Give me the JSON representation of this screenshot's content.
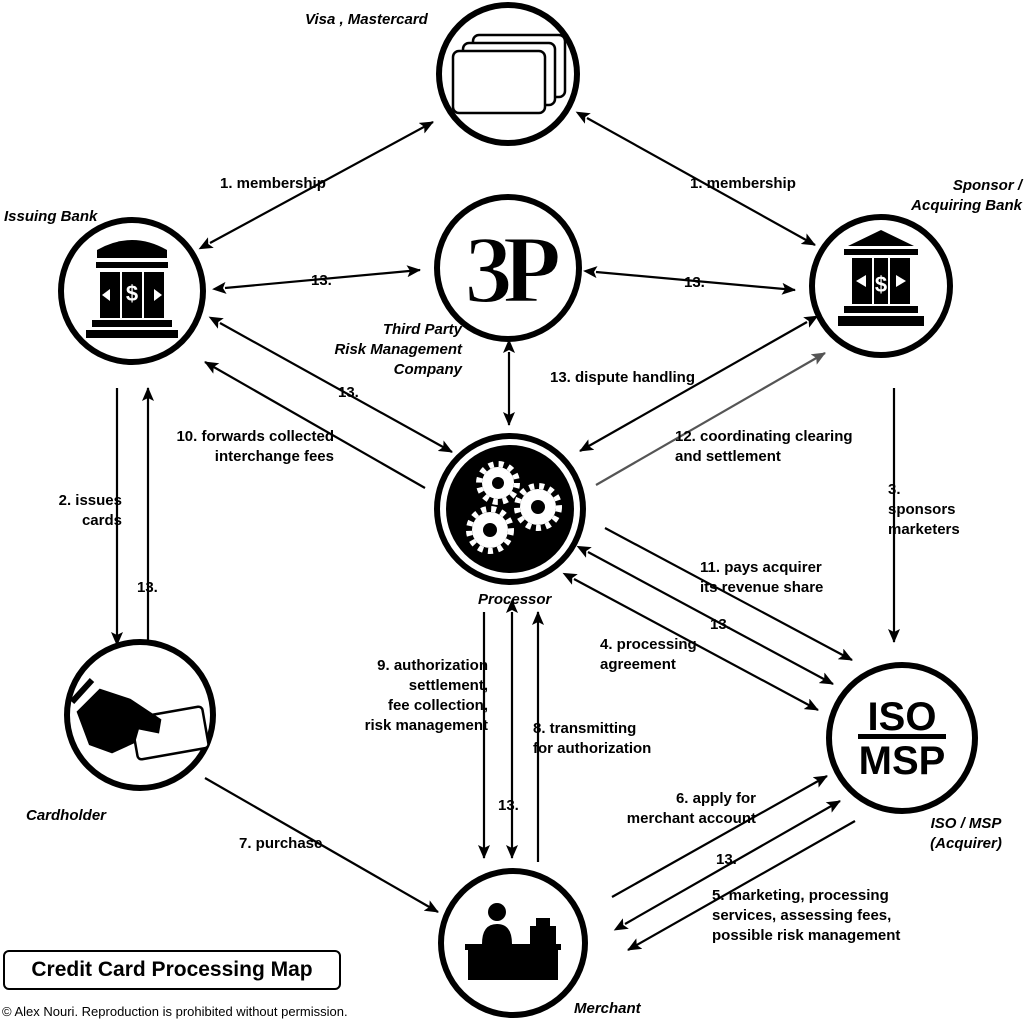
{
  "title": "Credit Card Processing Map",
  "copyright": "© Alex Nouri. Reproduction is prohibited without permission.",
  "nodes": {
    "networks": {
      "label": "Visa , Mastercard",
      "icon": "stacked-cards-icon"
    },
    "third_party": {
      "lines": [
        "Third Party",
        "Risk Management",
        "Company"
      ],
      "icon": "3p-logo-icon",
      "logo_text": "3P"
    },
    "issuing_bank": {
      "label": "Issuing Bank",
      "icon": "bank-building-icon"
    },
    "acquiring_bank": {
      "lines": [
        "Sponsor /",
        "Acquiring Bank"
      ],
      "icon": "bank-building-icon"
    },
    "processor": {
      "label": "Processor",
      "icon": "gears-icon"
    },
    "cardholder": {
      "label": "Cardholder",
      "icon": "hand-card-icon"
    },
    "iso": {
      "lines": [
        "ISO / MSP",
        "(Acquirer)"
      ],
      "icon": "iso-msp-logo-icon",
      "logo_top": "ISO",
      "logo_bottom": "MSP"
    },
    "merchant": {
      "label": "Merchant",
      "icon": "merchant-register-icon"
    }
  },
  "flows": {
    "membership_issuer": "1. membership",
    "membership_acquirer": "1. membership",
    "issues_cards": [
      "2. issues",
      "cards"
    ],
    "sponsors_marketers": [
      "3.",
      "sponsors",
      "marketers"
    ],
    "processing_agreement": [
      "4. processing",
      "agreement"
    ],
    "marketing": [
      "5. marketing, processing",
      "services, assessing fees,",
      "possible risk management"
    ],
    "apply": [
      "6. apply for",
      "merchant account"
    ],
    "purchase": "7. purchase",
    "transmitting": [
      "8. transmitting",
      "for authorization"
    ],
    "authorization": [
      "9. authorization",
      "settlement,",
      "fee collection,",
      "risk management"
    ],
    "forwards_fees": [
      "10. forwards collected",
      "interchange fees"
    ],
    "pays_acquirer": [
      "11. pays acquirer",
      "its revenue share"
    ],
    "clearing": [
      "12. coordinating clearing",
      "and settlement"
    ],
    "dispute_handling": "13. dispute handling",
    "dispute_short": "13."
  }
}
